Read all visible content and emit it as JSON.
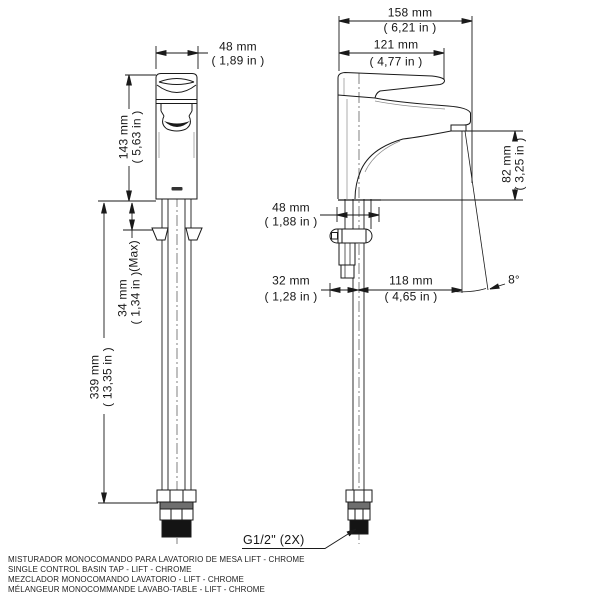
{
  "drawing_type": "faucet technical dimension drawing",
  "colors": {
    "line": "#1a1a1a",
    "dark_fill": "#141414",
    "ring_fill": "#6e6e6e"
  },
  "dims": {
    "front_width": {
      "mm": "48 mm",
      "inch": "( 1,89 in )"
    },
    "body_height": {
      "mm": "143 mm",
      "inch": "( 5,63 in )"
    },
    "counter_max": {
      "mm": "34 mm",
      "inch": "( 1,34 in )",
      "note": "(Max)"
    },
    "supply_length": {
      "mm": "339 mm",
      "inch": "( 13,35 in )"
    },
    "total_depth": {
      "mm": "158 mm",
      "inch": "( 6,21 in )"
    },
    "handle_reach": {
      "mm": "121 mm",
      "inch": "( 4,77 in )"
    },
    "spout_height": {
      "mm": "82 mm",
      "inch": "( 3,25 in )"
    },
    "base_depth": {
      "mm": "48 mm",
      "inch": "( 1,88 in )"
    },
    "rear_offset": {
      "mm": "32 mm",
      "inch": "( 1,28 in )"
    },
    "spout_reach": {
      "mm": "118 mm",
      "inch": "( 4,65 in )"
    }
  },
  "stream_angle": "8°",
  "thread_note": "G1/2\" (2X)",
  "footer": {
    "lines": [
      "MISTURADOR MONOCOMANDO PARA LAVATORIO DE MESA LIFT - CHROME",
      "SINGLE CONTROL BASIN TAP - LIFT - CHROME",
      "MEZCLADOR MONOCOMANDO LAVATORIO - LIFT - CHROME",
      "MÉLANGEUR MONOCOMMANDE LAVABO-TABLE - LIFT - CHROME"
    ]
  }
}
